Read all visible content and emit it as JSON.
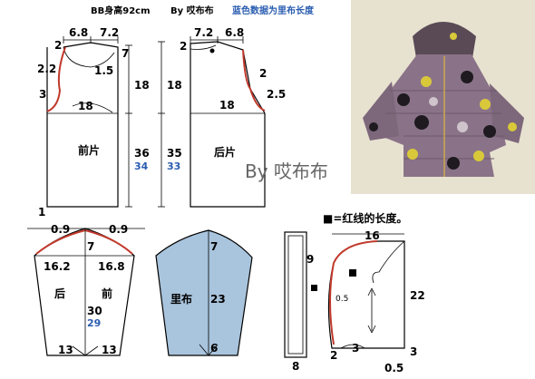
{
  "header": {
    "size_label": "BB身高92cm",
    "by_label": "By 哎布布",
    "note_blue": "蓝色数据为里布长度"
  },
  "front_bodice": {
    "name": "前片",
    "shoulder_left": "6.8",
    "shoulder_right": "7.2",
    "neck_drop": "2",
    "shoulder_slope": "7",
    "armhole_curve": "2.2",
    "armhole_depth_mark": "3",
    "neck_inner": "1.5",
    "chest_width": "18",
    "length_upper": "18",
    "length_total": "36",
    "length_lining": "34",
    "hem_mark": "1"
  },
  "back_bodice": {
    "name": "后片",
    "shoulder_left": "7.2",
    "shoulder_right": "6.8",
    "neck_drop": "2",
    "armhole_mark": "2",
    "armhole_curve": "2.5",
    "chest_width": "18",
    "length_upper": "18",
    "length_total": "35",
    "length_lining": "33"
  },
  "sleeve": {
    "name_back": "后",
    "name_front": "前",
    "cap_left": "0.9",
    "cap_right": "0.9",
    "cap_height": "7",
    "width_left": "16.2",
    "width_right": "16.8",
    "length": "30",
    "length_lining": "29",
    "cuff_left": "13",
    "cuff_right": "13"
  },
  "lining_sleeve": {
    "name": "里布",
    "cap_height": "7",
    "length": "23",
    "cuff_mark": "6",
    "fill_color": "#a9c4dd"
  },
  "collar_strip": {
    "height": "9",
    "width": "8"
  },
  "hood": {
    "legend": "■=红线的长度。",
    "top": "16",
    "left_side": "0.5",
    "right_side": "22",
    "bottom_left": "2",
    "bottom_mid": "3",
    "bottom_right": "3",
    "bottom_offset": "0.5"
  },
  "photo": {
    "watermark": "By 哎布布",
    "coat_color": "#8a7388",
    "dot_colors": [
      "#1e1a1f",
      "#d9c93a",
      "#cfc4cb"
    ]
  },
  "colors": {
    "red_line": "#c0392b",
    "blue_text": "#2a5db0"
  }
}
